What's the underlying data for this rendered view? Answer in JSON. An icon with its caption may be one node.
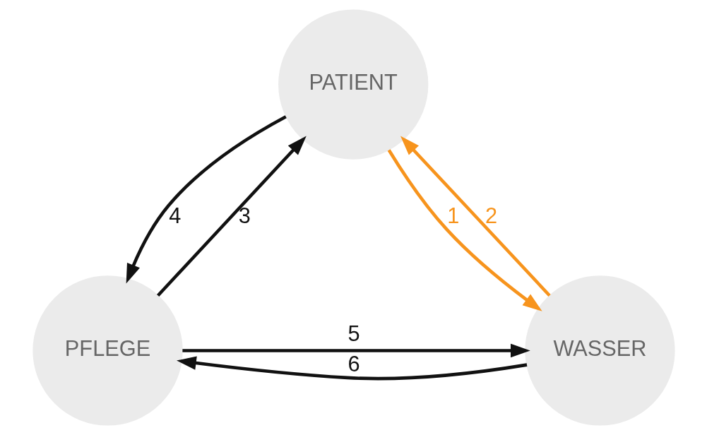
{
  "diagram": {
    "nodes": [
      {
        "text": [
          "PATIENT"
        ]
      },
      {
        "text": [
          "PFLEGE"
        ]
      },
      {
        "text": [
          "WASSER"
        ]
      }
    ],
    "edges": [
      {
        "from": 0,
        "to": 2,
        "arrow": "to",
        "label": "1",
        "color": "#f7941d"
      },
      {
        "from": 2,
        "to": 0,
        "arrow": "to",
        "label": "2",
        "color": "#f7941d"
      },
      {
        "from": 1,
        "to": 0,
        "arrow": "to",
        "label": "3"
      },
      {
        "from": 0,
        "to": 1,
        "arrow": "to",
        "label": "4"
      },
      {
        "from": 1,
        "to": 2,
        "arrow": "to",
        "label": "5"
      },
      {
        "from": 2,
        "to": 1,
        "arrow": "to",
        "label": "6"
      }
    ]
  }
}
